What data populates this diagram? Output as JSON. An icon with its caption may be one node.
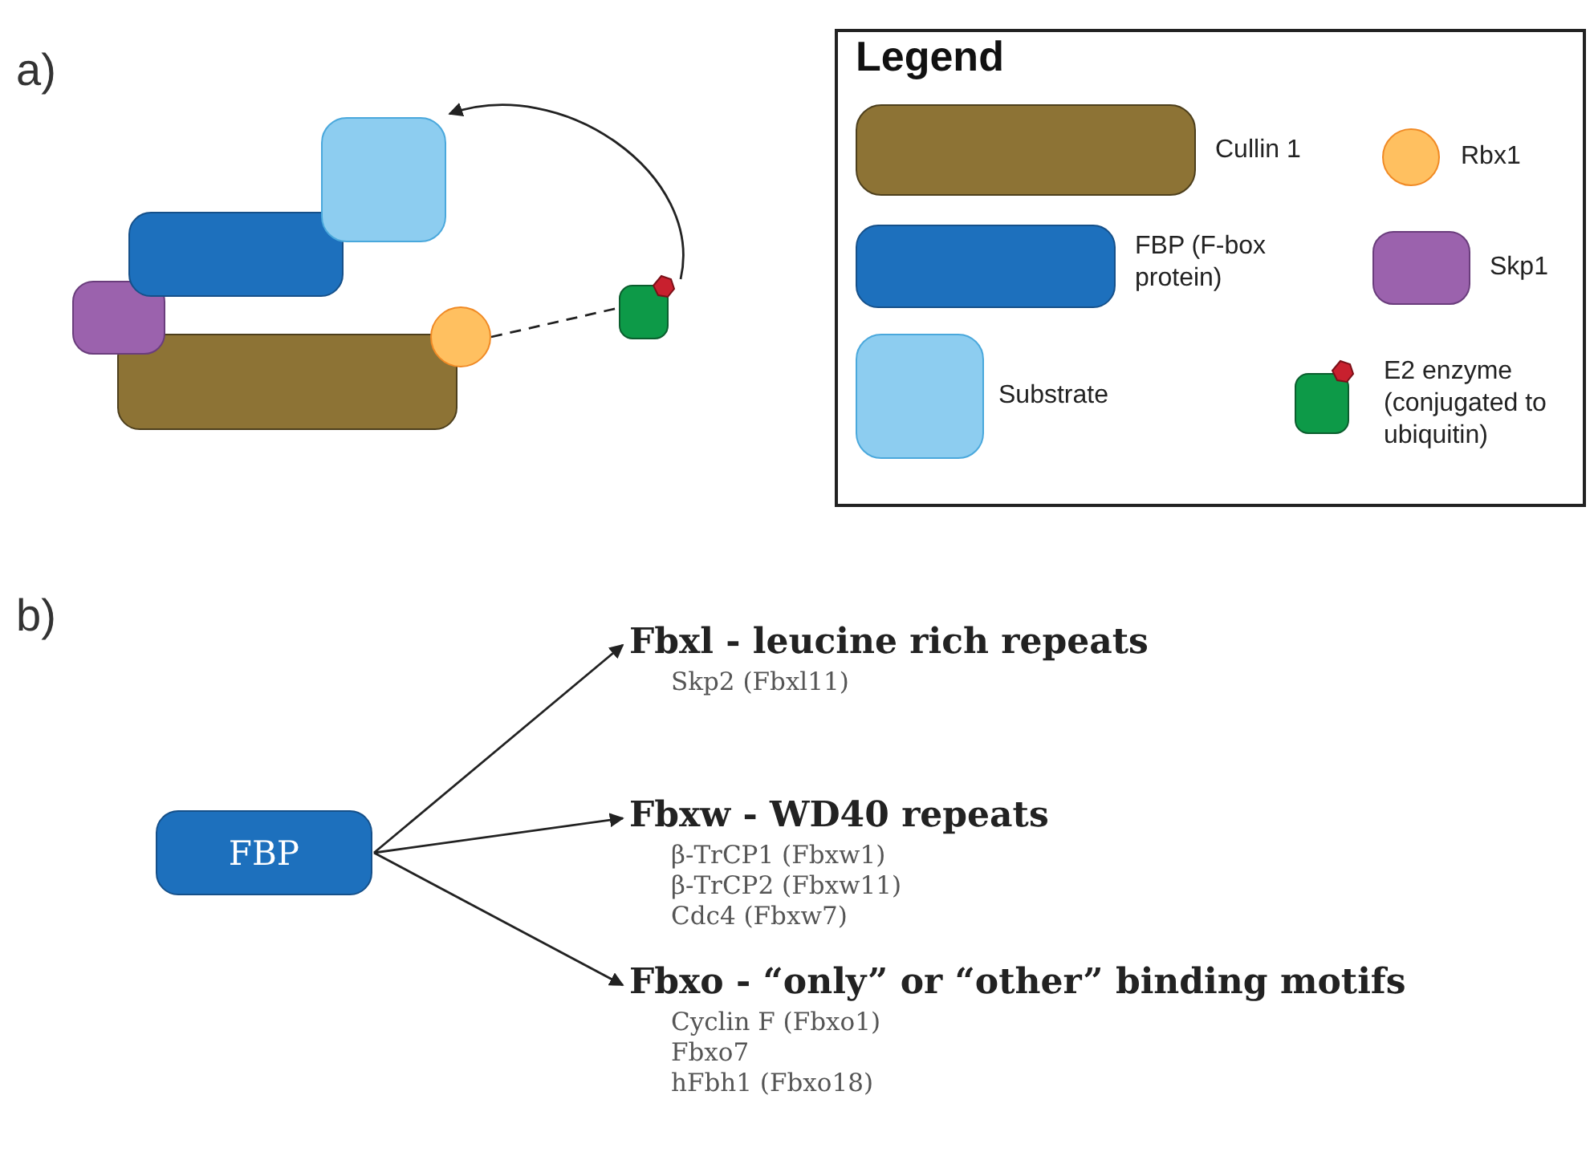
{
  "diagram": {
    "nodes": [
      {
        "text": [],
        "shape": "box"
      },
      {
        "text": [],
        "shape": "box"
      },
      {
        "text": [],
        "shape": "box"
      },
      {
        "text": [],
        "shape": "box"
      },
      {
        "text": [],
        "shape": "circle"
      },
      {
        "text": [],
        "shape": "box"
      },
      {
        "text": [
          "FBP"
        ]
      },
      {
        "text": [
          "Fbxl - leucine rich repeats",
          "Skp2 (Fbxl11)"
        ]
      },
      {
        "text": [
          "Fbxw - WD40 repeats",
          "β-TrCP1 (Fbxw1)",
          "β-TrCP2 (Fbxw11)",
          "Cdc4 (Fbxw7)"
        ]
      },
      {
        "text": [
          "Fbxo - “only” or “other” binding motifs",
          "Cyclin F (Fbxo1)",
          "Fbxo7",
          "hFbh1 (Fbxo18)"
        ]
      }
    ],
    "edges": [
      {
        "from": 5,
        "to": 0,
        "arrow": "to"
      },
      {
        "from": 4,
        "to": 5,
        "arrow": "none",
        "style": "dashed"
      },
      {
        "from": 6,
        "to": 7,
        "arrow": "to"
      },
      {
        "from": 6,
        "to": 8,
        "arrow": "to"
      },
      {
        "from": 6,
        "to": 9,
        "arrow": "to"
      }
    ],
    "labels": [
      "a)",
      "Legend",
      "b)"
    ],
    "legend": [
      {
        "text": "Cullin 1",
        "color": "#8d7335"
      },
      {
        "text": "Rbx1",
        "color": "#ffc060"
      },
      {
        "text": "FBP (F-box protein)",
        "color": "#1d70bd"
      },
      {
        "text": "Skp1",
        "color": "#9b62ad"
      },
      {
        "text": "Substrate",
        "color": "#8dcdf0"
      },
      {
        "text": "E2 enzyme (conjugated to ubiquitin)"
      }
    ]
  }
}
